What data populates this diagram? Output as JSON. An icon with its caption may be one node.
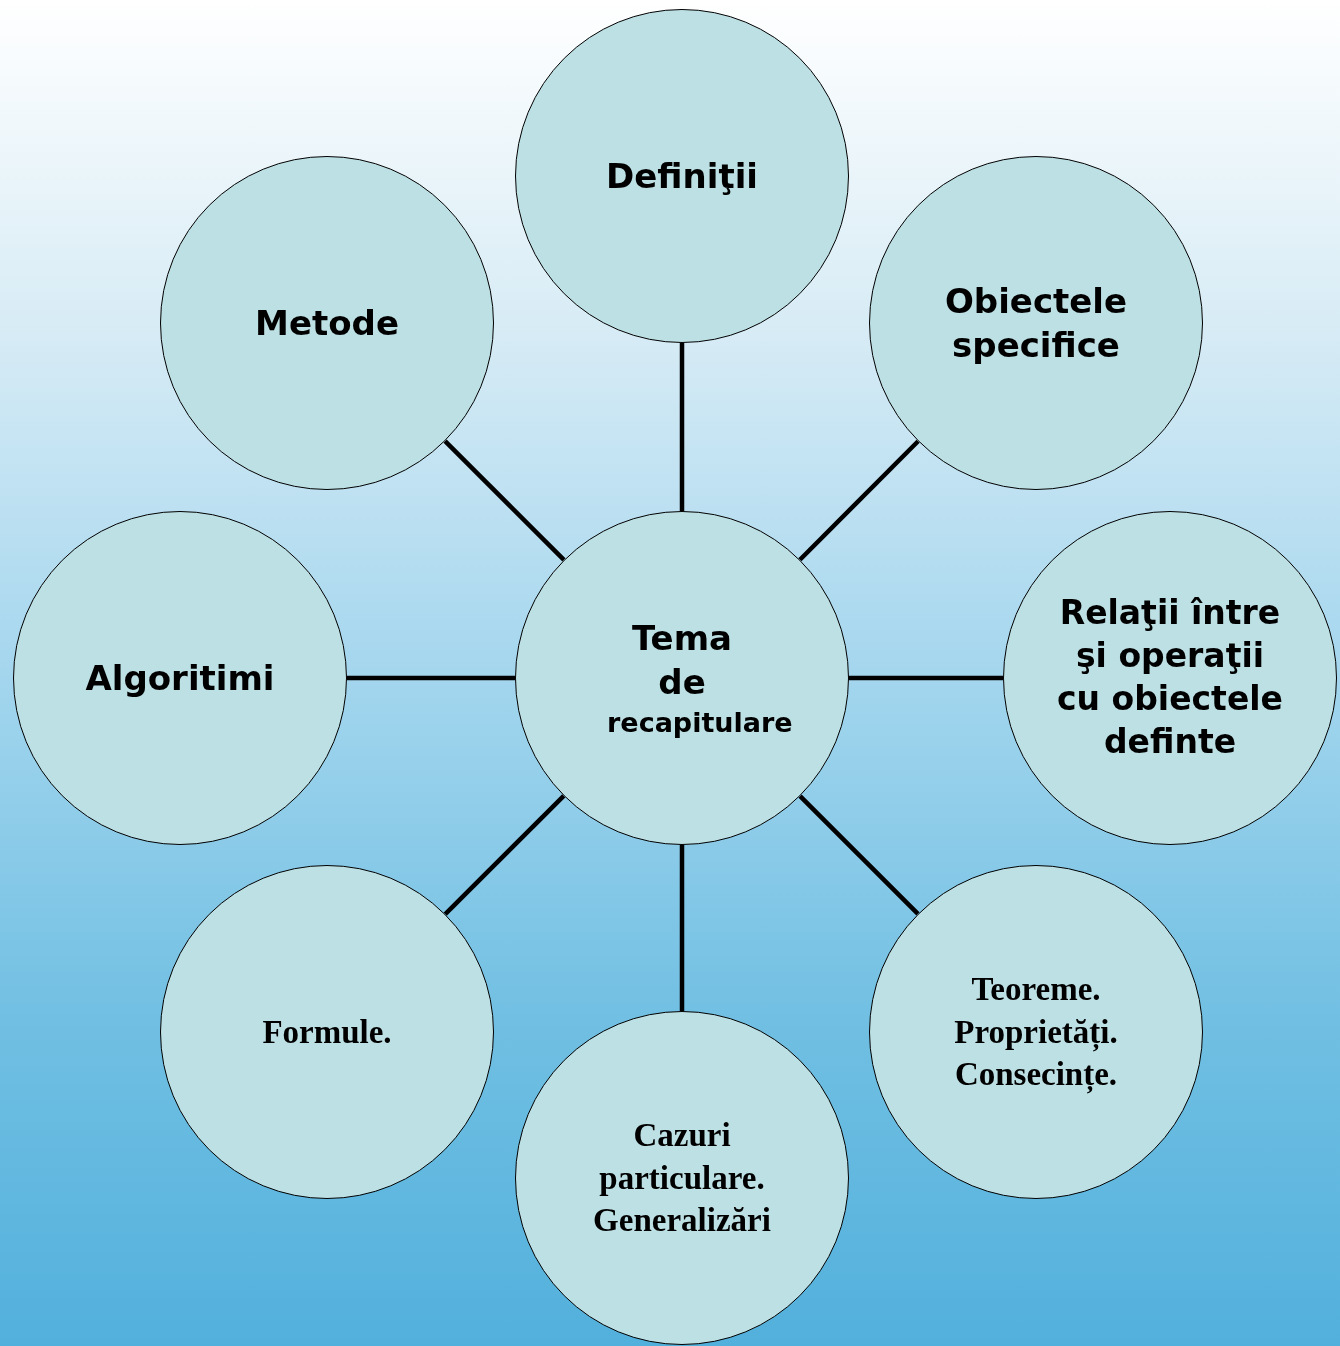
{
  "diagram": {
    "nodes": [
      {
        "text": [
          "Tema de",
          "recapitulare"
        ]
      },
      {
        "text": [
          "Definiţii"
        ]
      },
      {
        "text": [
          "Metode"
        ]
      },
      {
        "text": [
          "Obiectele specifice"
        ]
      },
      {
        "text": [
          "Algoritimi"
        ]
      },
      {
        "text": [
          "Relaţii între şi operaţii cu obiectele definte"
        ]
      },
      {
        "text": [
          "Formule."
        ]
      },
      {
        "text": [
          "Teoreme. Proprietăți. Consecințe."
        ]
      },
      {
        "text": [
          "Cazuri particulare. Generalizări"
        ]
      }
    ],
    "edges": [
      {
        "from": 0,
        "to": 1,
        "arrow": "none"
      },
      {
        "from": 0,
        "to": 2,
        "arrow": "none"
      },
      {
        "from": 0,
        "to": 3,
        "arrow": "none"
      },
      {
        "from": 0,
        "to": 4,
        "arrow": "none"
      },
      {
        "from": 0,
        "to": 5,
        "arrow": "none"
      },
      {
        "from": 0,
        "to": 6,
        "arrow": "none"
      },
      {
        "from": 0,
        "to": 7,
        "arrow": "none"
      },
      {
        "from": 0,
        "to": 8,
        "arrow": "none"
      }
    ]
  }
}
